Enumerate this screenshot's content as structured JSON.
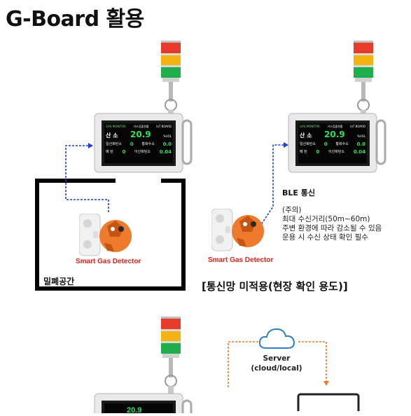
{
  "title": "G-Board 활용",
  "left_scene": {
    "detector_label": "Smart Gas Detector",
    "space_label": "밀폐공간"
  },
  "right_scene": {
    "detector_label": "Smart Gas Detector",
    "comm_label": "BLE 통신",
    "note_lines": [
      "(주의)",
      "최대 수신거리(50m~60m)",
      "주변 환경에 따라 감소될 수 있음",
      "운용 시 수신 상태 확인 필수"
    ],
    "usage_caption": "[통신망 미적용(현장 확인 용도)]"
  },
  "bottom_scene": {
    "server_label": "Server",
    "server_sub": "(cloud/local)"
  },
  "board_screen": {
    "header_left": "GAS MONITOR",
    "header_mid": "가스검출현황",
    "header_right": "IoT BOARD",
    "o2_label": "산 소",
    "o2_value": "20.9",
    "o2_unit": "%VOL",
    "co_label": "일산화탄소",
    "co_value": "0",
    "h2s_label": "황화수소",
    "h2s_value": "0.0",
    "lel_label": "메 탄",
    "lel_value": "0",
    "no2_label": "이산화탄소",
    "no2_value": "0.04"
  },
  "colors": {
    "tower_red": "#e83a2a",
    "tower_yellow": "#f3b413",
    "tower_green": "#1fae4b",
    "arrow_blue": "#1a3fd6",
    "arrow_orange": "#ef7b2a",
    "label_red": "#e0201a"
  }
}
